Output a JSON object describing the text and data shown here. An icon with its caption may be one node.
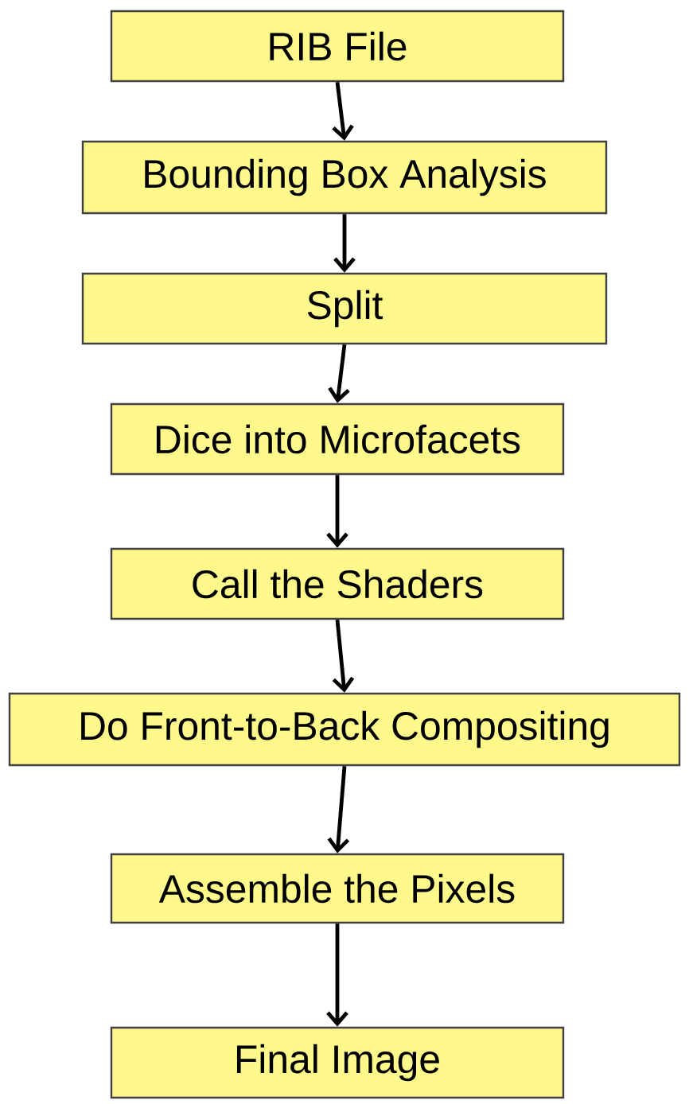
{
  "diagram": {
    "nodes": [
      {
        "text": [
          "RIB File"
        ]
      },
      {
        "text": [
          "Bounding Box Analysis"
        ]
      },
      {
        "text": [
          "Split"
        ]
      },
      {
        "text": [
          "Dice into Microfacets"
        ]
      },
      {
        "text": [
          "Call the Shaders"
        ]
      },
      {
        "text": [
          "Do Front-to-Back Compositing"
        ]
      },
      {
        "text": [
          "Assemble the Pixels"
        ]
      },
      {
        "text": [
          "Final Image"
        ]
      }
    ],
    "edges": [
      {
        "from": 0,
        "to": 1,
        "arrow": "to"
      },
      {
        "from": 1,
        "to": 2,
        "arrow": "to"
      },
      {
        "from": 2,
        "to": 3,
        "arrow": "to"
      },
      {
        "from": 3,
        "to": 4,
        "arrow": "to"
      },
      {
        "from": 4,
        "to": 5,
        "arrow": "to"
      },
      {
        "from": 5,
        "to": 6,
        "arrow": "to"
      },
      {
        "from": 6,
        "to": 7,
        "arrow": "to"
      }
    ]
  }
}
